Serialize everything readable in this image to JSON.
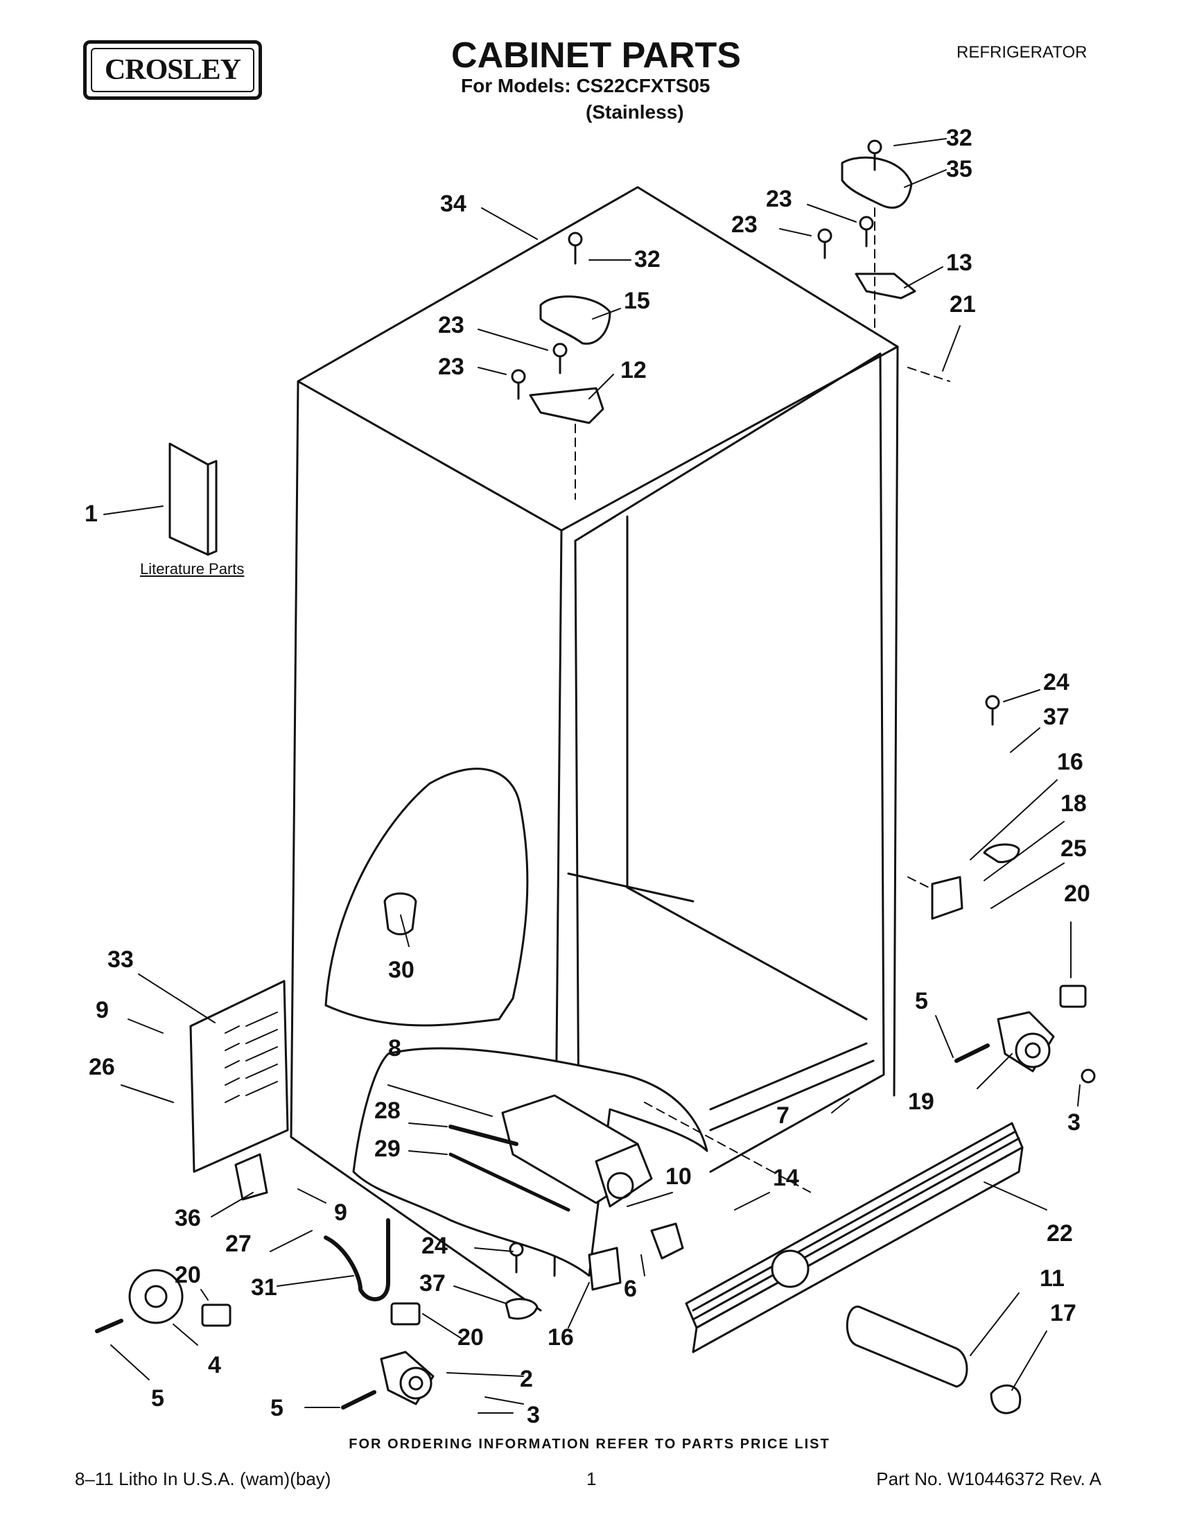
{
  "header": {
    "brand": "CROSLEY",
    "title": "CABINET PARTS",
    "models_line": "For Models: CS22CFXTS05",
    "variant": "(Stainless)",
    "category": "REFRIGERATOR"
  },
  "diagram": {
    "literature_label": "Literature Parts",
    "callouts": [
      "1",
      "2",
      "3",
      "3",
      "4",
      "5",
      "5",
      "5",
      "6",
      "7",
      "8",
      "9",
      "9",
      "10",
      "11",
      "12",
      "13",
      "14",
      "15",
      "16",
      "16",
      "17",
      "18",
      "19",
      "20",
      "20",
      "20",
      "21",
      "22",
      "23",
      "23",
      "23",
      "23",
      "24",
      "24",
      "25",
      "26",
      "27",
      "28",
      "29",
      "30",
      "31",
      "32",
      "32",
      "33",
      "34",
      "35",
      "36",
      "37",
      "37"
    ]
  },
  "footer": {
    "ordering_note": "FOR ORDERING INFORMATION REFER TO PARTS PRICE LIST",
    "litho": "8–11 Litho In U.S.A. (wam)(bay)",
    "page": "1",
    "part_no": "Part No. W10446372 Rev. A"
  }
}
